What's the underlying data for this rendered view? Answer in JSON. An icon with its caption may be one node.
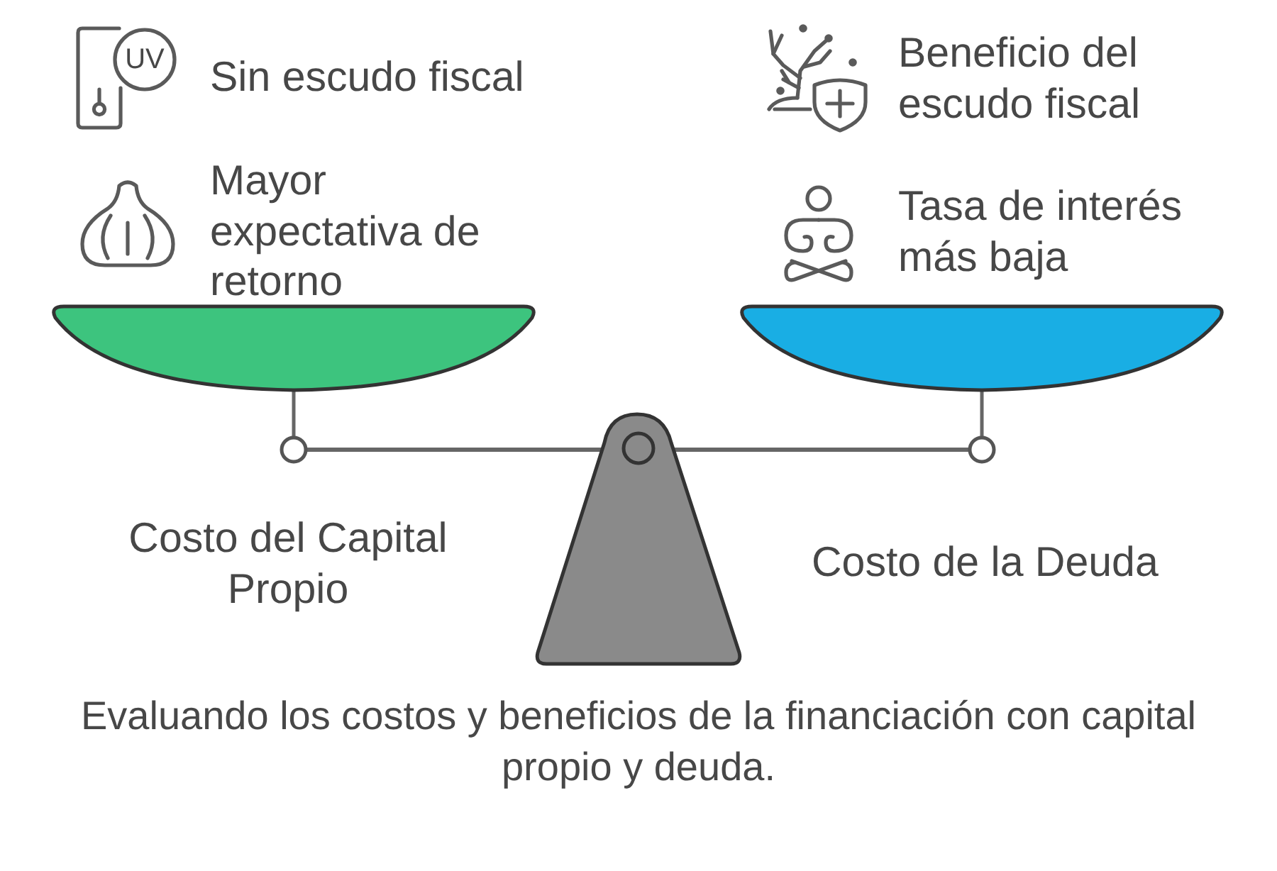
{
  "diagram": {
    "caption": "Evaluando los costos y beneficios de la financiación con capital propio y deuda.",
    "labels": [
      "UV",
      "Sin escudo fiscal",
      "Beneficio del escudo fiscal",
      "Mayor expectativa de retorno",
      "Tasa de interés más baja",
      "Costo del Capital Propio",
      "Costo de la Deuda"
    ]
  }
}
